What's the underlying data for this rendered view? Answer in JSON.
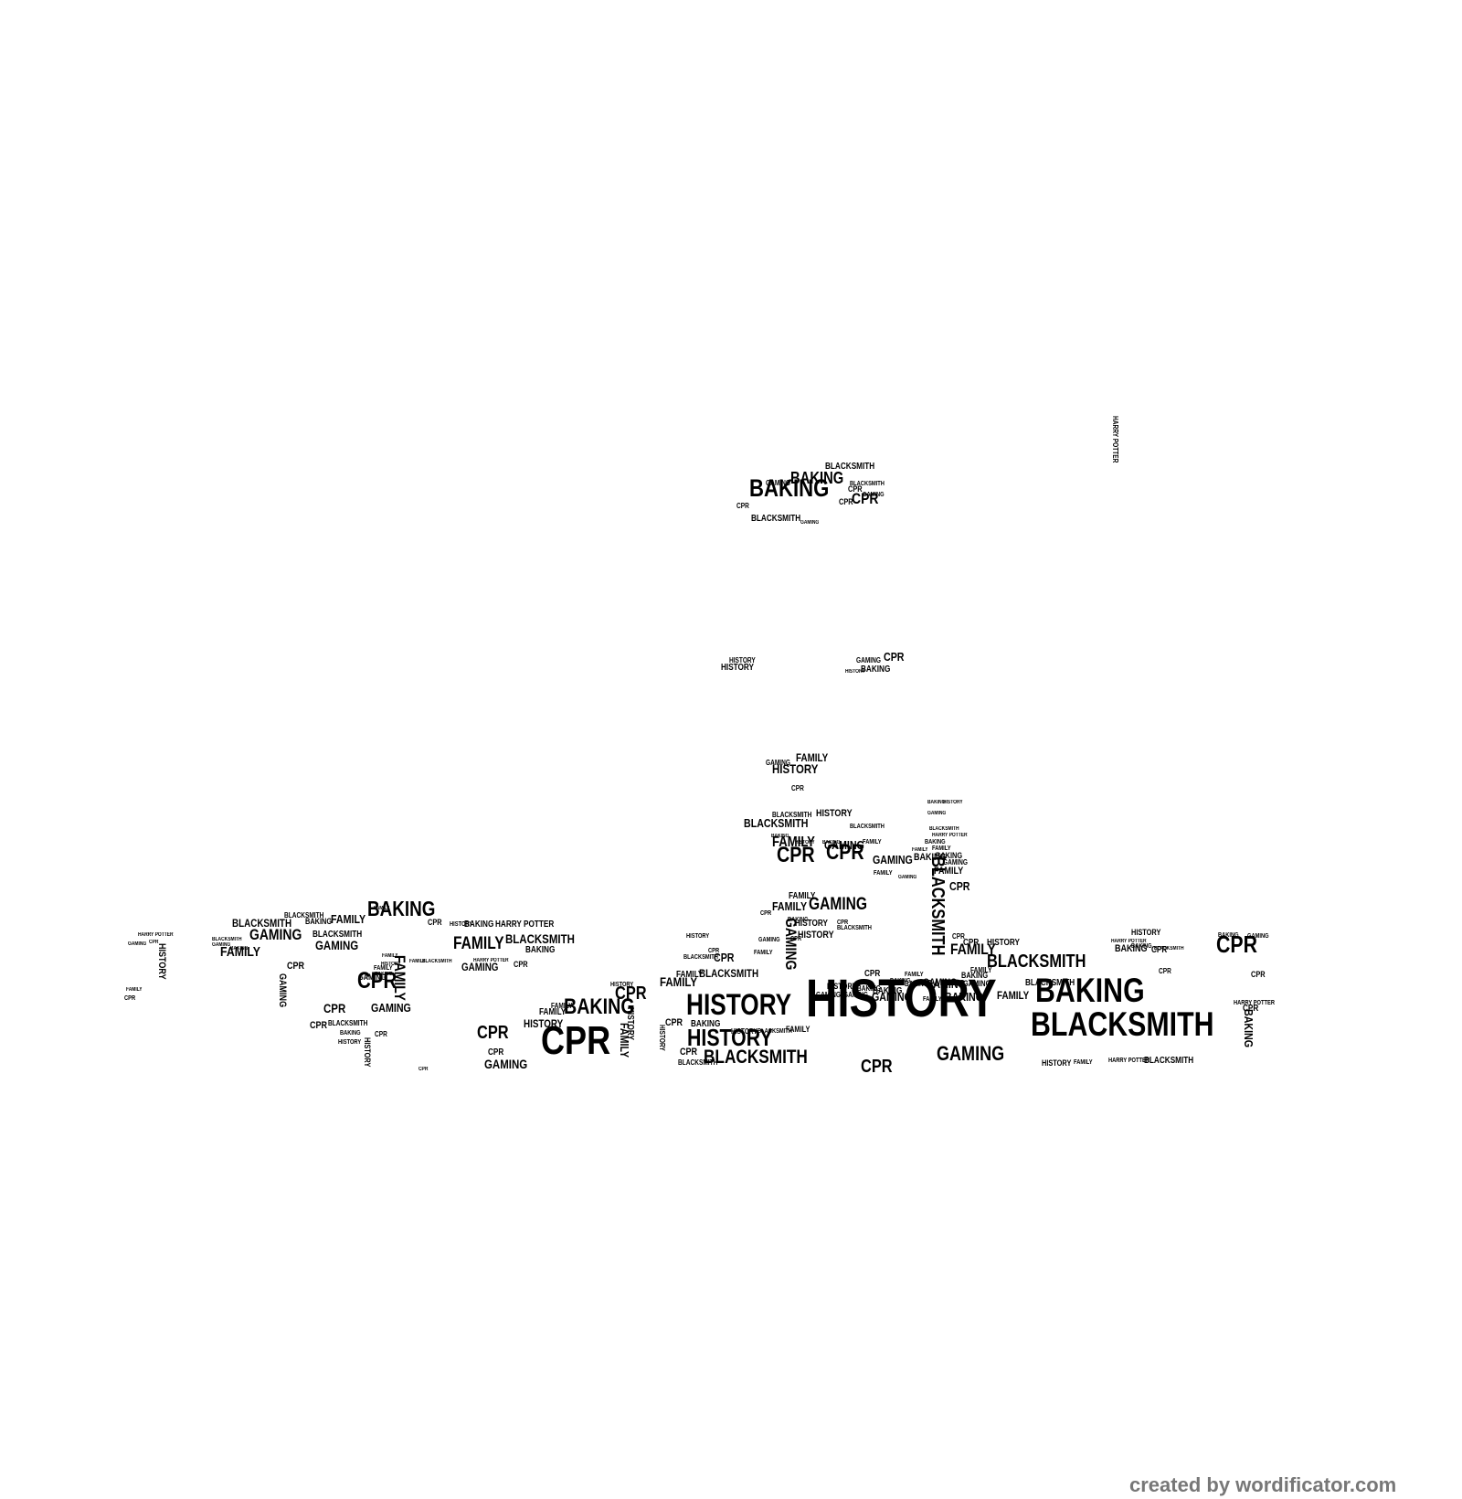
{
  "words": {
    "history": "HISTORY",
    "cpr": "CPR",
    "baking": "BAKING",
    "blacksmith": "BLACKSMITH",
    "gaming": "GAMING",
    "family": "FAMILY",
    "harry_potter": "HARRY POTTER"
  },
  "credit": "created by wordificator.com",
  "colors": {
    "background": "#ffffff",
    "text": "#000000",
    "credit": "#777777"
  }
}
